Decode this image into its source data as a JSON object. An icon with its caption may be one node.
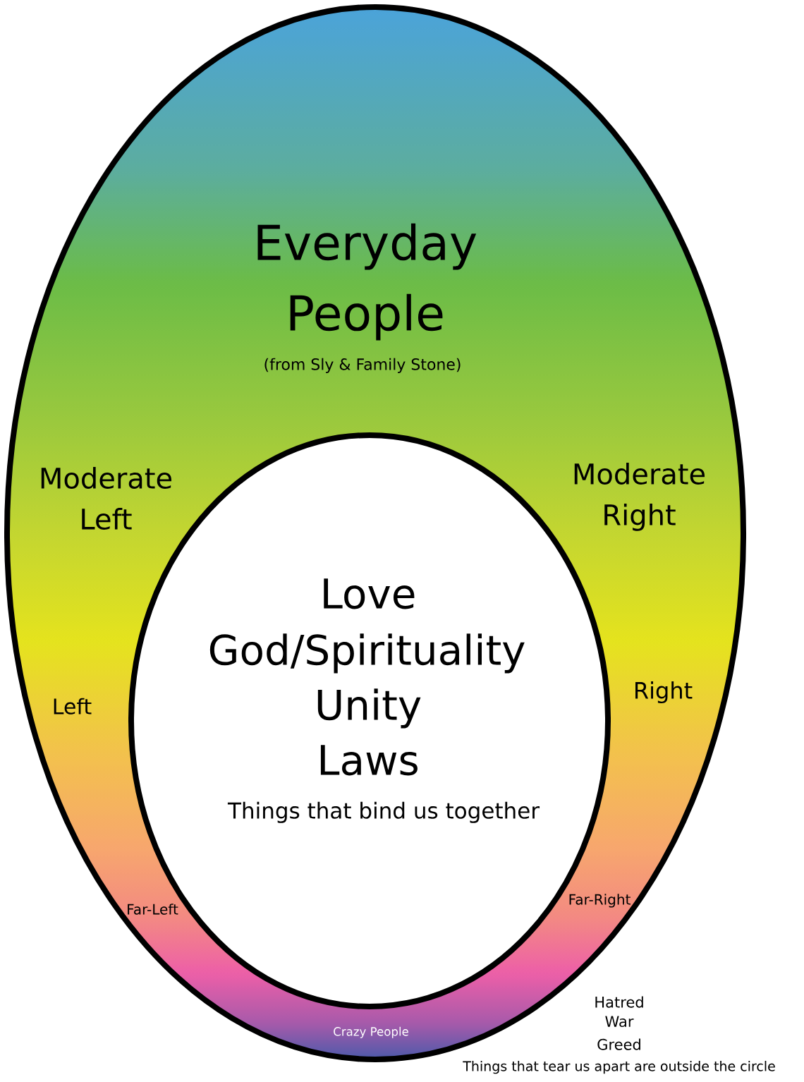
{
  "diagram": {
    "nodes": [
      {
        "text": [
          "Everyday People",
          "(from Sly & Family Stone)"
        ]
      },
      {
        "text": [
          "Love",
          "God/Spirituality",
          "Unity",
          "Laws",
          "Things that bind us together"
        ],
        "in": 0
      }
    ],
    "labels": [
      "Moderate Left",
      "Moderate Right",
      "Left",
      "Right",
      "Far-Left",
      "Far-Right",
      "Crazy People",
      "Hatred",
      "War",
      "Greed",
      "Things that tear us apart are outside the circle"
    ]
  }
}
